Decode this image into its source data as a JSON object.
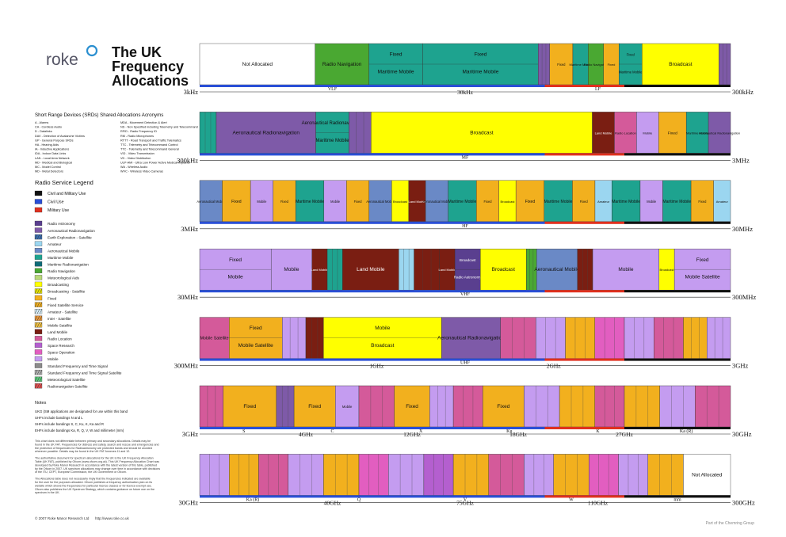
{
  "brand": {
    "logo_text": "roke",
    "title_lines": [
      "The UK",
      "Frequency",
      "Allocations"
    ]
  },
  "footer": {
    "right": "Part of the Chemring Group",
    "copyright": "© 2007 Roke Manor Research Ltd",
    "url": "http://www.roke.co.uk"
  },
  "srd": {
    "title": "Short Range Devices (SRDs) Shared Allocations Acronyms",
    "left": [
      "A - Alarms",
      "CA - Cordless Audio",
      "D - Datalinks",
      "DAV - Detection of Avalanche Victims",
      "GP - General Purpose SRDs",
      "HA - Hearing Aids",
      "IA - Inductive Applications",
      "IDA - Indoor Data Links",
      "LAN - Local Area Network",
      "MD - Medical and Biological",
      "MC - Model Control",
      "MD - Metal Detectors"
    ],
    "right": [
      "MDA - Movement Detection & Alert",
      "NS - Non Specified including Telemetry and Telecommand",
      "RFID - Radio Frequency ID",
      "RM - Radio Microphones",
      "RTTT - Road Transport and Traffic Telematics",
      "TTC - Telemetry and Telecommand Control",
      "TTC - Telemetry and Telecommand General",
      "VID - Video Transmission",
      "VD - Video Distribution",
      "ULP-AMI - Ultra Low Power Active Medical Implants",
      "WA - Wireless Audio",
      "WVC - Wireless Video Cameras"
    ]
  },
  "legend": {
    "title": "Radio Service Legend",
    "use_items": [
      {
        "label": "Civil and Military Use",
        "color": "#111111"
      },
      {
        "label": "Civil Use",
        "color": "#2a4fd6"
      },
      {
        "label": "Military Use",
        "color": "#e0301e"
      }
    ],
    "service_items": [
      {
        "label": "Radio Astronomy",
        "color": "#5a3f8f"
      },
      {
        "label": "Aeronautical Radionavigation",
        "color": "#7e5aa8"
      },
      {
        "label": "Earth Exploration - Satellite",
        "color": "#3a6fb0"
      },
      {
        "label": "Amateur",
        "color": "#9bd6f0"
      },
      {
        "label": "Aeronautical Mobile",
        "color": "#6a89c6"
      },
      {
        "label": "Maritime Mobile",
        "color": "#1ea38f"
      },
      {
        "label": "Maritime Radionavigation",
        "color": "#0f6b78"
      },
      {
        "label": "Radio Navigation",
        "color": "#4aa832"
      },
      {
        "label": "Meteorological Aids",
        "color": "#b8d878"
      },
      {
        "label": "Broadcasting",
        "color": "#ffff00"
      },
      {
        "label": "Broadcasting - Satellite",
        "color": "#e6e600"
      },
      {
        "label": "Fixed",
        "color": "#f2b01e"
      },
      {
        "label": "Fixed Satellite Service",
        "color": "#f2b01e"
      },
      {
        "label": "Amateur - Satellite",
        "color": "#d7eef8"
      },
      {
        "label": "Inter - Satellite",
        "color": "#e8963a"
      },
      {
        "label": "Mobile Satellite",
        "color": "#f0c040"
      },
      {
        "label": "Land Mobile",
        "color": "#7a1e12"
      },
      {
        "label": "Radio Location",
        "color": "#d45a9a"
      },
      {
        "label": "Space Research",
        "color": "#b45fcf"
      },
      {
        "label": "Space Operation",
        "color": "#e25ec0"
      },
      {
        "label": "Mobile",
        "color": "#c49cf0"
      },
      {
        "label": "Standard Frequency and Time Signal",
        "color": "#8b8b8b"
      },
      {
        "label": "Standard Frequency and Time Signal  Satellite",
        "color": "#b0b0b0"
      },
      {
        "label": "Meteorological Satellite",
        "color": "#5ac87a"
      },
      {
        "label": "Radionavigation Satellite",
        "color": "#e05050"
      }
    ]
  },
  "notes": {
    "title": "Notes",
    "lines": [
      "UKG (SM applications are designated for use within this band",
      "UHFs include bandings N and L",
      "SHFs include bandings S, C, Ku, K, Ka and R",
      "EHFs include bandings Ka, R, Q, V, W and millimeter (mm)"
    ],
    "para1": "This chart does not differentiate between primary and secondary allocations. Details may be found in the UK FAT. Frequencies for distress and safety, search and rescue and emergencies and the protection of frequencies for Radioastronomy are protected bands and should be avoided wherever possible. Details may be found in the UK FAT Annexes 11 and 12.",
    "para2": "The authoritative document for spectrum allocations for the UK is the UK Frequency Allocation Table (UK FAT), published by Ofcom (www.ofcom.org.uk). This UK Frequency Allocation Chart was developed by Roke Manor Research in accordance with the latest version of this table, published by the Ofcom in 2007. UK spectrum allocations may change over time in accordance with decisions of the ITU, CEPT, European Commission, the UK Government or Ofcom.",
    "para3": "The Allocations table does not necessarily imply that the frequencies indicated are available for the user for the purposes allocated. Ofcom publishes a frequency authorisation plan on its website which shows the frequencies for particular licence classes or for licence-exempt use. Ofcom also publishes the UK Spectrum Strategy, which contains guidance on future use on the spectrum in the UK."
  },
  "rows": [
    {
      "start": "3kHz",
      "end": "300kHz",
      "mid": [
        "30kHz"
      ],
      "bands": [
        "VLF",
        "LF"
      ],
      "segments": [
        {
          "label": "Not Allocated",
          "color": "#ffffff",
          "w": 30
        },
        {
          "label": "Radio Navigation",
          "color": "#4aa832",
          "w": 14
        },
        {
          "label": "Maritime Mobile",
          "color": "#1ea38f",
          "w": 14,
          "split": "Fixed"
        },
        {
          "label": "Maritime Mobile",
          "color": "#1ea38f",
          "w": 30,
          "split": "Fixed"
        },
        {
          "label": "",
          "color": "#7e5aa8",
          "w": 3
        },
        {
          "label": "Fixed",
          "color": "#f2b01e",
          "w": 6
        },
        {
          "label": "Maritime Mobile",
          "color": "#1ea38f",
          "w": 4
        },
        {
          "label": "Radio Navigation",
          "color": "#4aa832",
          "w": 4
        },
        {
          "label": "Fixed",
          "color": "#f2b01e",
          "w": 4
        },
        {
          "label": "Maritime Mobile",
          "color": "#1ea38f",
          "w": 6,
          "split": "Fixed"
        },
        {
          "label": "Broadcast",
          "color": "#ffff00",
          "w": 20
        },
        {
          "label": "",
          "color": "#7e5aa8",
          "w": 3
        }
      ]
    },
    {
      "start": "300kHz",
      "end": "3MHz",
      "mid": [],
      "bands": [
        "MF"
      ],
      "segments": [
        {
          "label": "",
          "color": "#1ea38f",
          "w": 3
        },
        {
          "label": "Aeronautical Radionavigation",
          "color": "#7e5aa8",
          "w": 18
        },
        {
          "label": "Maritime Mobile",
          "color": "#1ea38f",
          "w": 6,
          "split": "Aeronautical Radionavigation"
        },
        {
          "label": "",
          "color": "#7e5aa8",
          "w": 4
        },
        {
          "label": "Broadcast",
          "color": "#ffff00",
          "w": 40
        },
        {
          "label": "Land Mobile",
          "color": "#7a1e12",
          "w": 4
        },
        {
          "label": "Radio Location",
          "color": "#d45a9a",
          "w": 4
        },
        {
          "label": "Mobile",
          "color": "#c49cf0",
          "w": 4
        },
        {
          "label": "Fixed",
          "color": "#f2b01e",
          "w": 5
        },
        {
          "label": "Maritime Mobile",
          "color": "#1ea38f",
          "w": 4
        },
        {
          "label": "Aeronautical Radionavigation",
          "color": "#7e5aa8",
          "w": 4
        }
      ]
    },
    {
      "start": "3MHz",
      "end": "30MHz",
      "mid": [],
      "bands": [
        "HF"
      ],
      "segments": [
        {
          "label": "Aeronautical Mobile",
          "color": "#6a89c6",
          "w": 4
        },
        {
          "label": "Fixed",
          "color": "#f2b01e",
          "w": 5
        },
        {
          "label": "Mobile",
          "color": "#c49cf0",
          "w": 4
        },
        {
          "label": "Fixed",
          "color": "#f2b01e",
          "w": 4
        },
        {
          "label": "Maritime Mobile",
          "color": "#1ea38f",
          "w": 5
        },
        {
          "label": "Mobile",
          "color": "#c49cf0",
          "w": 4
        },
        {
          "label": "Fixed",
          "color": "#f2b01e",
          "w": 4
        },
        {
          "label": "Aeronautical Mobile",
          "color": "#6a89c6",
          "w": 4
        },
        {
          "label": "Broadcast",
          "color": "#ffff00",
          "w": 3
        },
        {
          "label": "Land Mobile",
          "color": "#7a1e12",
          "w": 3
        },
        {
          "label": "Aeronautical Mobile",
          "color": "#6a89c6",
          "w": 4
        },
        {
          "label": "Maritime Mobile",
          "color": "#1ea38f",
          "w": 5
        },
        {
          "label": "Fixed",
          "color": "#f2b01e",
          "w": 4
        },
        {
          "label": "Broadcast",
          "color": "#ffff00",
          "w": 3
        },
        {
          "label": "Fixed",
          "color": "#f2b01e",
          "w": 5
        },
        {
          "label": "Maritime Mobile",
          "color": "#1ea38f",
          "w": 5
        },
        {
          "label": "Fixed",
          "color": "#f2b01e",
          "w": 4
        },
        {
          "label": "Amateur",
          "color": "#9bd6f0",
          "w": 3
        },
        {
          "label": "Maritime Mobile",
          "color": "#1ea38f",
          "w": 5
        },
        {
          "label": "Mobile",
          "color": "#c49cf0",
          "w": 4
        },
        {
          "label": "Maritime Mobile",
          "color": "#1ea38f",
          "w": 5
        },
        {
          "label": "Fixed",
          "color": "#f2b01e",
          "w": 4
        },
        {
          "label": "Amateur",
          "color": "#9bd6f0",
          "w": 3
        }
      ]
    },
    {
      "start": "30MHz",
      "end": "300MHz",
      "mid": [],
      "bands": [
        "VHF"
      ],
      "segments": [
        {
          "label": "Mobile",
          "color": "#c49cf0",
          "w": 14,
          "split": "Fixed"
        },
        {
          "label": "Mobile",
          "color": "#c49cf0",
          "w": 8
        },
        {
          "label": "Land Mobile",
          "color": "#7a1e12",
          "w": 3
        },
        {
          "label": "",
          "color": "#1ea38f",
          "w": 3
        },
        {
          "label": "Land Mobile",
          "color": "#7a1e12",
          "w": 11
        },
        {
          "label": "",
          "color": "#9bd6f0",
          "w": 3
        },
        {
          "label": "",
          "color": "#7a1e12",
          "w": 5
        },
        {
          "label": "Land Mobile",
          "color": "#7a1e12",
          "w": 3
        },
        {
          "label": "Radio Astronomy",
          "color": "#5a3f8f",
          "w": 5,
          "split": "Broadcast"
        },
        {
          "label": "Broadcast",
          "color": "#ffff00",
          "w": 9
        },
        {
          "label": "",
          "color": "#4aa832",
          "w": 2
        },
        {
          "label": "Aeronautical Mobile",
          "color": "#6a89c6",
          "w": 8
        },
        {
          "label": "",
          "color": "#7a1e12",
          "w": 3
        },
        {
          "label": "Mobile",
          "color": "#c49cf0",
          "w": 13
        },
        {
          "label": "Broadcast",
          "color": "#ffff00",
          "w": 3
        },
        {
          "label": "Mobile Satellite",
          "color": "#c49cf0",
          "w": 11,
          "split": "Fixed"
        }
      ]
    },
    {
      "start": "300MHz",
      "end": "3GHz",
      "mid": [
        "1GHz",
        "2GHz"
      ],
      "bands": [
        "UHF"
      ],
      "segments": [
        {
          "label": "Mobile Satellite",
          "color": "#d45a9a",
          "w": 5
        },
        {
          "label": "Mobile Satellite",
          "color": "#f2b01e",
          "w": 9,
          "split": "Fixed"
        },
        {
          "label": "",
          "color": "#c49cf0",
          "w": 4
        },
        {
          "label": "",
          "color": "#7a1e12",
          "w": 3
        },
        {
          "label": "Broadcast",
          "color": "#ffff00",
          "w": 20,
          "split": "Mobile"
        },
        {
          "label": "Aeronautical Radionavigation",
          "color": "#7e5aa8",
          "w": 10
        },
        {
          "label": "",
          "color": "#d45a9a",
          "w": 6
        },
        {
          "label": "",
          "color": "#c49cf0",
          "w": 5
        },
        {
          "label": "",
          "color": "#f2b01e",
          "w": 5
        },
        {
          "label": "",
          "color": "#e25ec0",
          "w": 5
        },
        {
          "label": "",
          "color": "#c49cf0",
          "w": 5
        },
        {
          "label": "",
          "color": "#d45a9a",
          "w": 5
        },
        {
          "label": "",
          "color": "#f2b01e",
          "w": 4
        },
        {
          "label": "",
          "color": "#c49cf0",
          "w": 4
        }
      ]
    },
    {
      "start": "3GHz",
      "end": "30GHz",
      "mid": [
        "4GHz",
        "12GHz",
        "18GHz",
        "27GHz"
      ],
      "bands": [
        "S",
        "C",
        "X",
        "Ku",
        "K",
        "Ka (R)"
      ],
      "segments": [
        {
          "label": "",
          "color": "#d45a9a",
          "w": 4
        },
        {
          "label": "Fixed",
          "color": "#f2b01e",
          "w": 9
        },
        {
          "label": "",
          "color": "#7e5aa8",
          "w": 3
        },
        {
          "label": "Fixed",
          "color": "#f2b01e",
          "w": 7
        },
        {
          "label": "Mobile",
          "color": "#c49cf0",
          "w": 4
        },
        {
          "label": "",
          "color": "#d45a9a",
          "w": 6
        },
        {
          "label": "Fixed",
          "color": "#f2b01e",
          "w": 6
        },
        {
          "label": "",
          "color": "#c49cf0",
          "w": 4
        },
        {
          "label": "",
          "color": "#d45a9a",
          "w": 5
        },
        {
          "label": "Fixed",
          "color": "#f2b01e",
          "w": 7
        },
        {
          "label": "",
          "color": "#c49cf0",
          "w": 6
        },
        {
          "label": "",
          "color": "#f2b01e",
          "w": 6
        },
        {
          "label": "",
          "color": "#d45a9a",
          "w": 5
        },
        {
          "label": "",
          "color": "#f2b01e",
          "w": 6
        },
        {
          "label": "",
          "color": "#c49cf0",
          "w": 6
        },
        {
          "label": "",
          "color": "#d45a9a",
          "w": 6
        }
      ]
    },
    {
      "start": "30GHz",
      "end": "300GHz",
      "mid": [
        "40GHz",
        "75GHz",
        "110GHz"
      ],
      "bands": [
        "Ka (R)",
        "Q",
        "V",
        "W",
        "mm"
      ],
      "segments": [
        {
          "label": "",
          "color": "#c49cf0",
          "w": 5
        },
        {
          "label": "",
          "color": "#f2b01e",
          "w": 5
        },
        {
          "label": "",
          "color": "#d45a9a",
          "w": 5
        },
        {
          "label": "",
          "color": "#c49cf0",
          "w": 6
        },
        {
          "label": "",
          "color": "#f2b01e",
          "w": 6
        },
        {
          "label": "",
          "color": "#e25ec0",
          "w": 5
        },
        {
          "label": "",
          "color": "#c49cf0",
          "w": 6
        },
        {
          "label": "",
          "color": "#b45fcf",
          "w": 5
        },
        {
          "label": "",
          "color": "#f2b01e",
          "w": 6
        },
        {
          "label": "",
          "color": "#d45a9a",
          "w": 6
        },
        {
          "label": "",
          "color": "#c49cf0",
          "w": 5
        },
        {
          "label": "",
          "color": "#f2b01e",
          "w": 6
        },
        {
          "label": "",
          "color": "#e25ec0",
          "w": 5
        },
        {
          "label": "",
          "color": "#c49cf0",
          "w": 5
        },
        {
          "label": "",
          "color": "#f2b01e",
          "w": 6
        },
        {
          "label": "Not Allocated",
          "color": "#ffffff",
          "w": 8
        }
      ]
    }
  ]
}
